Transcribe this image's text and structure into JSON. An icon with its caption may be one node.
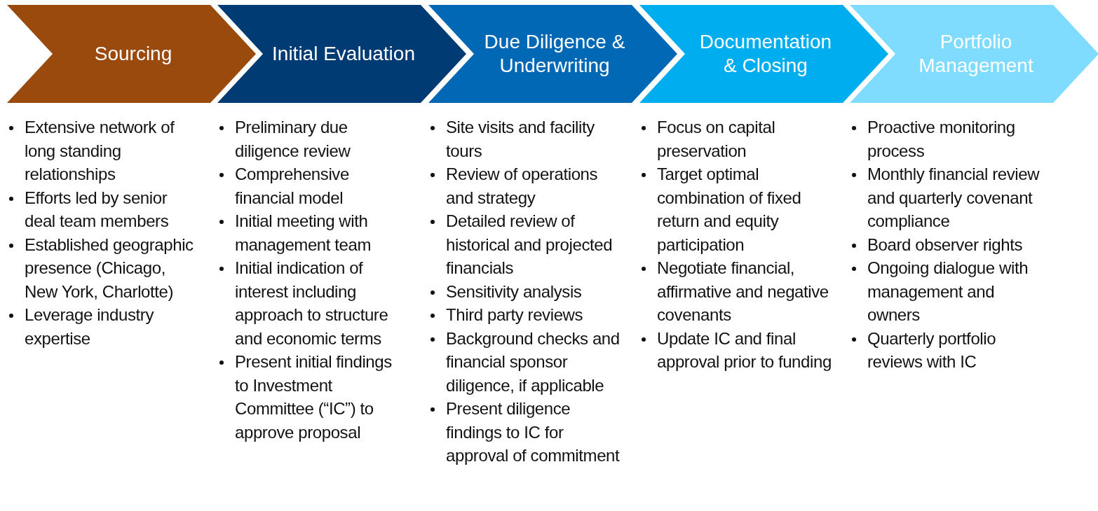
{
  "diagram": {
    "nodes": [
      {
        "text": [
          "Sourcing"
        ],
        "beside": [
          "Extensive network of long standing relationships",
          "Efforts led by senior deal team members",
          "Established geographic presence (Chicago, New York, Charlotte)",
          "Leverage industry expertise"
        ]
      },
      {
        "text": [
          "Initial Evaluation"
        ],
        "beside": [
          "Preliminary due diligence review",
          "Comprehensive financial model",
          "Initial meeting with management team",
          "Initial indication of interest including approach to structure and economic terms",
          "Present initial findings to Investment Committee (“IC”) to approve proposal"
        ]
      },
      {
        "text": [
          "Due Diligence & Underwriting"
        ],
        "beside": [
          "Site visits and facility tours",
          "Review of operations and strategy",
          "Detailed review of historical and projected financials",
          "Sensitivity analysis",
          "Third party reviews",
          "Background checks and financial sponsor diligence, if applicable",
          "Present diligence findings to IC for approval of commitment"
        ]
      },
      {
        "text": [
          "Documentation & Closing"
        ],
        "beside": [
          "Focus on capital preservation",
          "Target optimal combination of fixed return and equity participation",
          "Negotiate financial, affirmative and negative covenants",
          "Update IC and final approval prior to funding"
        ]
      },
      {
        "text": [
          "Portfolio Management"
        ],
        "beside": [
          "Proactive monitoring process",
          "Monthly financial review and quarterly covenant compliance",
          "Board observer rights",
          "Ongoing dialogue with management and owners",
          "Quarterly portfolio reviews with IC"
        ]
      }
    ]
  }
}
